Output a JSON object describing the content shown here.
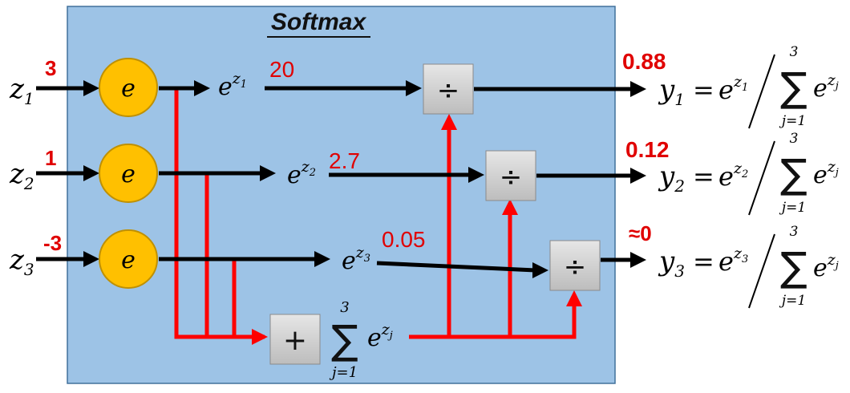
{
  "title": "Softmax",
  "inputs": [
    {
      "var": "z",
      "sub": "1",
      "value": "3"
    },
    {
      "var": "z",
      "sub": "2",
      "value": "1"
    },
    {
      "var": "z",
      "sub": "3",
      "value": "-3"
    }
  ],
  "exp_node_symbol": "e",
  "exp_outputs": [
    {
      "base": "e",
      "exp": "z",
      "exp_sub": "1",
      "value": "20"
    },
    {
      "base": "e",
      "exp": "z",
      "exp_sub": "2",
      "value": "2.7"
    },
    {
      "base": "e",
      "exp": "z",
      "exp_sub": "3",
      "value": "0.05"
    }
  ],
  "divide_symbol": "÷",
  "sum_node": {
    "symbol": "+",
    "sigma": "∑",
    "upper": "3",
    "lower": "j=1",
    "base": "e",
    "exp": "z",
    "exp_sub": "j"
  },
  "outputs": [
    {
      "var": "y",
      "sub": "1",
      "eq": "=",
      "base": "e",
      "exp": "z",
      "exp_sub": "1",
      "slash": "/",
      "sigma": "∑",
      "upper": "3",
      "lower": "j=1",
      "sum_base": "e",
      "sum_exp": "z",
      "sum_exp_sub": "j",
      "value": "0.88"
    },
    {
      "var": "y",
      "sub": "2",
      "eq": "=",
      "base": "e",
      "exp": "z",
      "exp_sub": "2",
      "slash": "/",
      "sigma": "∑",
      "upper": "3",
      "lower": "j=1",
      "sum_base": "e",
      "sum_exp": "z",
      "sum_exp_sub": "j",
      "value": "0.12"
    },
    {
      "var": "y",
      "sub": "3",
      "eq": "=",
      "base": "e",
      "exp": "z",
      "exp_sub": "3",
      "slash": "/",
      "sigma": "∑",
      "upper": "3",
      "lower": "j=1",
      "sum_base": "e",
      "sum_exp": "z",
      "sum_exp_sub": "j",
      "value": "≈0"
    }
  ],
  "colors": {
    "panel_fill": "#9dc3e6",
    "panel_border": "#41719c",
    "node_fill": "#ffc000",
    "node_border": "#bf9000",
    "op_box_fill": "#d0d0d0",
    "arrow_black": "#000000",
    "arrow_red": "#ff0000",
    "value_red": "#e00000"
  }
}
